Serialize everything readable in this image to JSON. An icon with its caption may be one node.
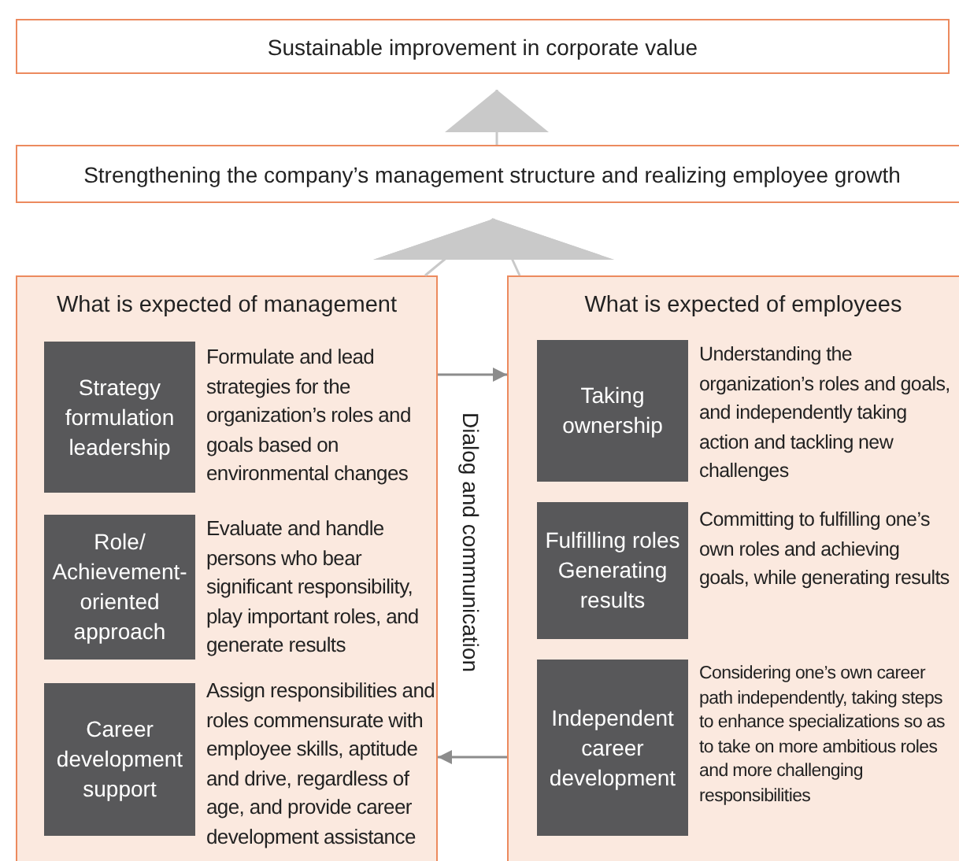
{
  "diagram": {
    "nodes": [
      {
        "text": [
          "Sustainable improvement in corporate value"
        ]
      },
      {
        "text": [
          "Strengthening the company’s management structure and realizing employee growth"
        ]
      },
      {
        "text": [
          "What is expected of management"
        ]
      },
      {
        "text": [
          "Strategy formulation leadership"
        ],
        "in": 2,
        "beside": [
          "Formulate and lead strategies for the organization’s roles and goals based on environmental changes"
        ]
      },
      {
        "text": [
          "Role/ Achievement-oriented approach"
        ],
        "in": 2,
        "beside": [
          "Evaluate and handle persons who bear significant responsibility, play important roles, and generate results"
        ]
      },
      {
        "text": [
          "Career development support"
        ],
        "in": 2,
        "beside": [
          "Assign responsibilities and roles commensurate with employee skills, aptitude and drive, regardless of age, and provide career development assistance"
        ]
      },
      {
        "text": [
          "What is expected of employees"
        ]
      },
      {
        "text": [
          "Taking ownership"
        ],
        "in": 6,
        "beside": [
          "Understanding the organization’s roles and goals, and independently taking action and tackling new challenges"
        ]
      },
      {
        "text": [
          "Fulfilling roles Generating results"
        ],
        "in": 6,
        "beside": [
          "Committing to fulfilling one’s own roles and achieving goals, while generating results"
        ]
      },
      {
        "text": [
          "Independent career development"
        ],
        "in": 6,
        "beside": [
          "Considering one’s own career path independently, taking steps to enhance specializations so as to take on more ambitious roles and more challenging responsibilities"
        ]
      }
    ],
    "edges": [
      {
        "from": 1,
        "to": 0,
        "arrow": "to"
      },
      {
        "from": 2,
        "to": 1,
        "arrow": "to"
      },
      {
        "from": 6,
        "to": 1,
        "arrow": "to"
      },
      {
        "from": 2,
        "to": 6,
        "arrow": "to"
      },
      {
        "from": 6,
        "to": 2,
        "arrow": "to"
      }
    ],
    "labels": [
      "Dialog and communication"
    ]
  }
}
